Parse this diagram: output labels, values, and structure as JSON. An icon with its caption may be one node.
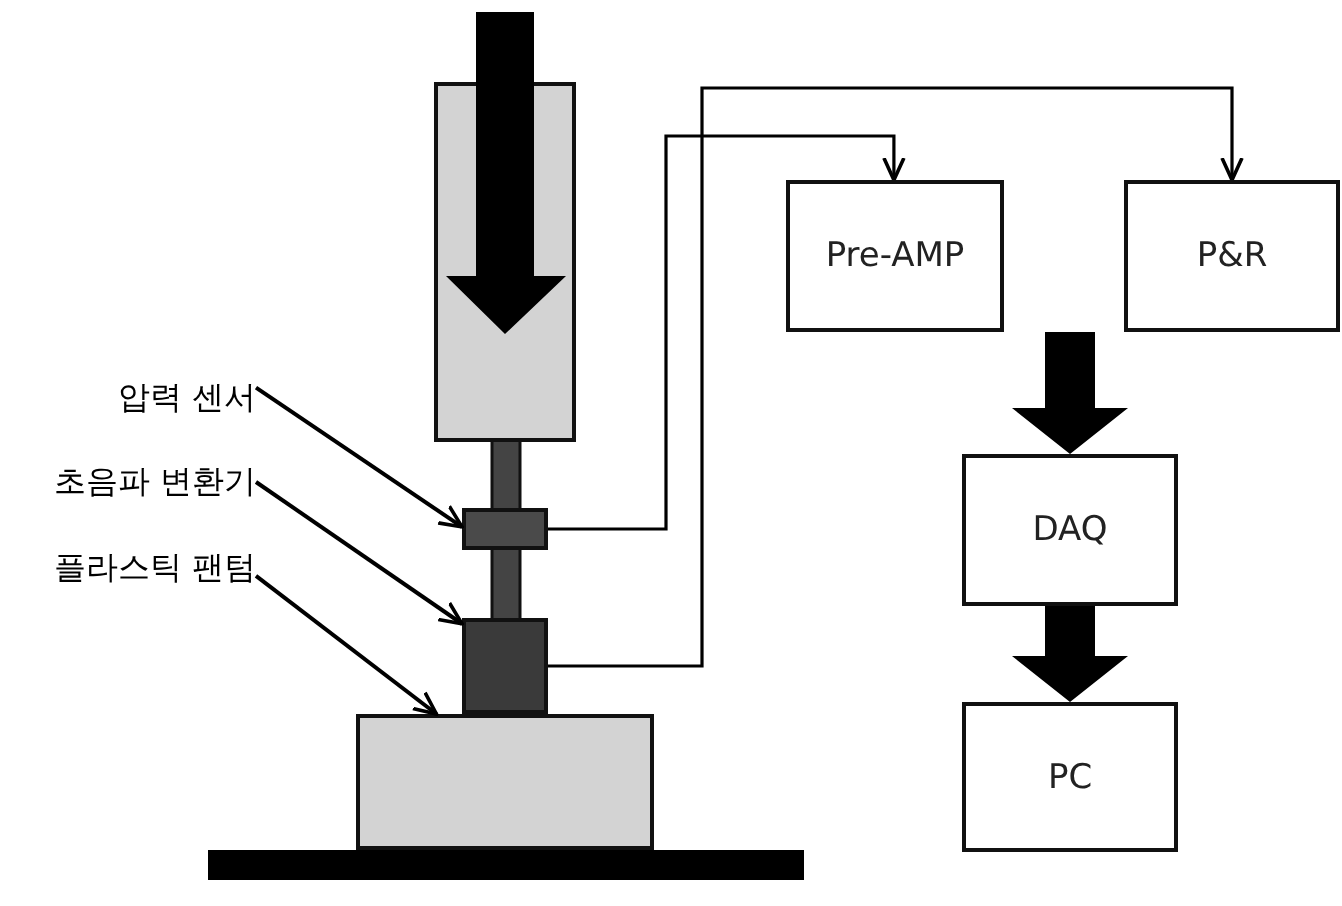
{
  "diagram": {
    "nodes": [
      {
        "text": [
          "압력 센서"
        ]
      },
      {
        "text": [
          "초음파 변환기"
        ]
      },
      {
        "text": [
          "플라스틱 팬텀"
        ]
      },
      {
        "text": [],
        "shape": "box"
      },
      {
        "text": [],
        "shape": "box"
      },
      {
        "text": [],
        "shape": "box"
      },
      {
        "text": [
          "Pre-AMP"
        ]
      },
      {
        "text": [
          "P&R"
        ]
      },
      {
        "text": [
          "DAQ"
        ]
      },
      {
        "text": [
          "PC"
        ]
      }
    ],
    "edges": [
      {
        "from": 0,
        "to": 3,
        "arrow": "to"
      },
      {
        "from": 1,
        "to": 4,
        "arrow": "to"
      },
      {
        "from": 2,
        "to": 5,
        "arrow": "to"
      },
      {
        "from": 3,
        "to": 6,
        "arrow": "to"
      },
      {
        "from": 4,
        "to": 7,
        "arrow": "to"
      },
      {
        "from": 6,
        "to": 8,
        "arrow": "to",
        "style": "thick"
      },
      {
        "from": 7,
        "to": 8,
        "arrow": "to",
        "style": "thick"
      },
      {
        "from": 8,
        "to": 9,
        "arrow": "to",
        "style": "thick"
      }
    ]
  }
}
